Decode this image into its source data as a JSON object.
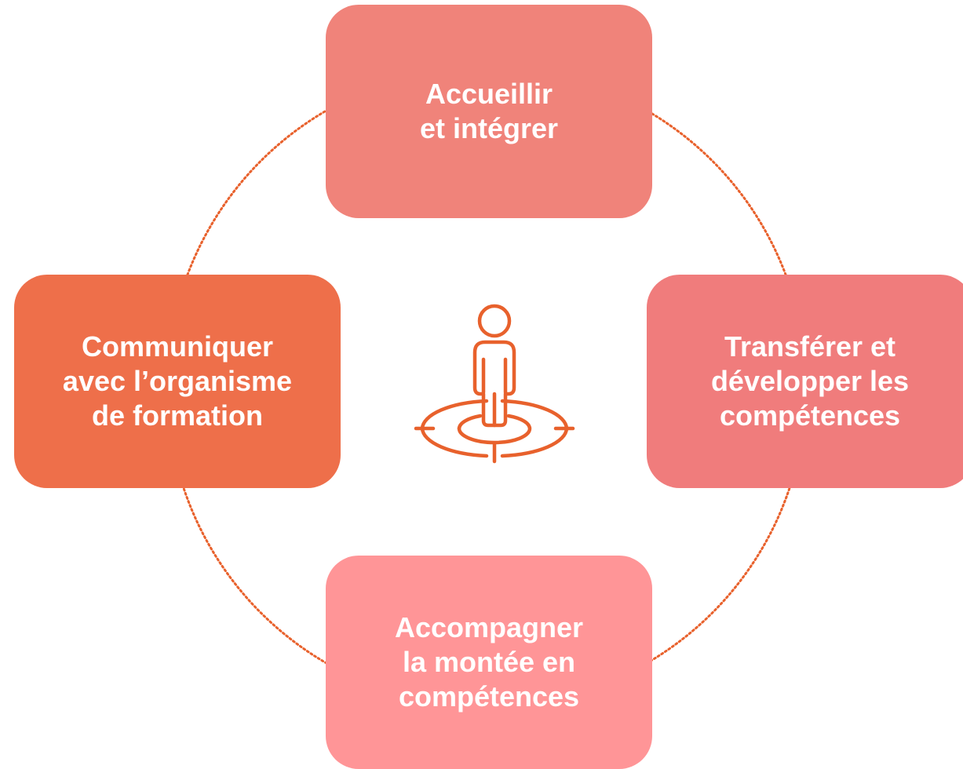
{
  "diagram": {
    "nodes": [
      {
        "id": "top",
        "label": "Accueillir\net intégrer",
        "color": "#f0837a"
      },
      {
        "id": "right",
        "label": "Transférer et\ndévelopper les\ncompétences",
        "color": "#f07c7c"
      },
      {
        "id": "bottom",
        "label": "Accompagner\nla montée en\ncompétences",
        "color": "#ff9597"
      },
      {
        "id": "left",
        "label": "Communiquer\navec l’organisme\nde formation",
        "color": "#ee6f4a"
      }
    ],
    "center_icon": "person-on-target-icon",
    "ring_style": "dotted",
    "accent_color": "#e8612c"
  }
}
